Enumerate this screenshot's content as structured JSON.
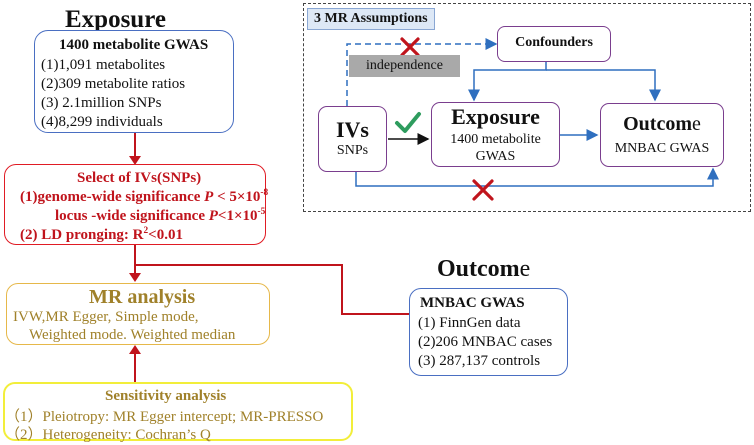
{
  "exposure_heading": "Exposure",
  "exposure_box": {
    "title": "1400 metabolite GWAS",
    "items": [
      "(1)1,091 metabolites",
      "(2)309 metabolite ratios",
      "(3) 2.1million SNPs",
      "(4)8,299 individuals"
    ]
  },
  "iv_box": {
    "title": "Select of  IVs(SNPs)",
    "line1_pre": "(1)genome-wide significance ",
    "line1_p": "P",
    "line1_post": " < 5×10",
    "line1_exp": "-8",
    "line2_pre": "locus -wide significance ",
    "line2_p": "P",
    "line2_post": "<1×10",
    "line2_exp": "-5",
    "line3_pre": "(2) LD pronging: R",
    "line3_exp": "2",
    "line3_post": "<0.01"
  },
  "mr_box": {
    "title": "MR analysis",
    "line1": "IVW,MR Egger, Simple mode,",
    "line2": "Weighted mode. Weighted median"
  },
  "sens_box": {
    "title": "Sensitivity analysis",
    "line1": "（1）Pleiotropy: MR Egger intercept; MR-PRESSO",
    "line2": "（2）Heterogeneity:  Cochran’s Q"
  },
  "outcome_heading_main": "Outcom",
  "outcome_heading_tail": "e",
  "outcome_box": {
    "title": "MNBAC GWAS",
    "items": [
      "(1) FinnGen data",
      "(2)206 MNBAC cases",
      "(3) 287,137 controls"
    ]
  },
  "assumptions": {
    "label": "3 MR Assumptions",
    "confounders": "Confounders",
    "independence": "independence",
    "ivs_title": "IVs",
    "ivs_sub": "SNPs",
    "exposure_title": "Exposure",
    "exposure_sub1": "1400 metabolite",
    "exposure_sub2": "GWAS",
    "outcome_title_main": "Outcom",
    "outcome_title_tail": "e",
    "outcome_sub": "MNBAC GWAS"
  },
  "colors": {
    "blue_border": "#4a6fc2",
    "red_border": "#e01b24",
    "gold_border": "#e6b84a",
    "yellow_border": "#f2ee3a",
    "red_text": "#c0141c",
    "gold_text": "#a0812a",
    "purple_border": "#7a3e8e",
    "arrow_blue": "#2f6fbf",
    "check_green": "#2e9c5e",
    "cross_red": "#c0141c"
  }
}
